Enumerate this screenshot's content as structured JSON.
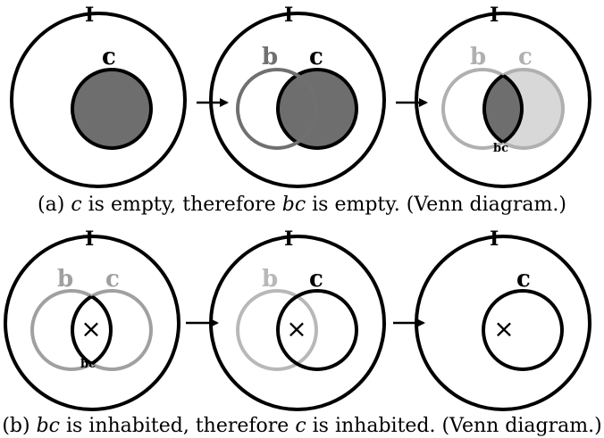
{
  "labels": {
    "universe": "I",
    "set_b": "b",
    "set_c": "c",
    "intersection": "bc",
    "mark": "×"
  },
  "captions": {
    "a": {
      "prefix": "(a) ",
      "c1": "c",
      "t1": " is empty, therefore ",
      "bc": "bc",
      "t2": " is empty. (Venn diagram.)"
    },
    "b": {
      "prefix": "(b) ",
      "bc": "bc",
      "t1": " is inhabited, therefore ",
      "c1": "c",
      "t2": " is inhabited. (Venn diagram.)"
    }
  },
  "colors": {
    "black": "#000000",
    "dark_fill": "#6e6e6e",
    "dark_gray_stroke": "#707070",
    "light_gray_stroke": "#b0b0b0",
    "light_fill": "#d8d8d8"
  }
}
